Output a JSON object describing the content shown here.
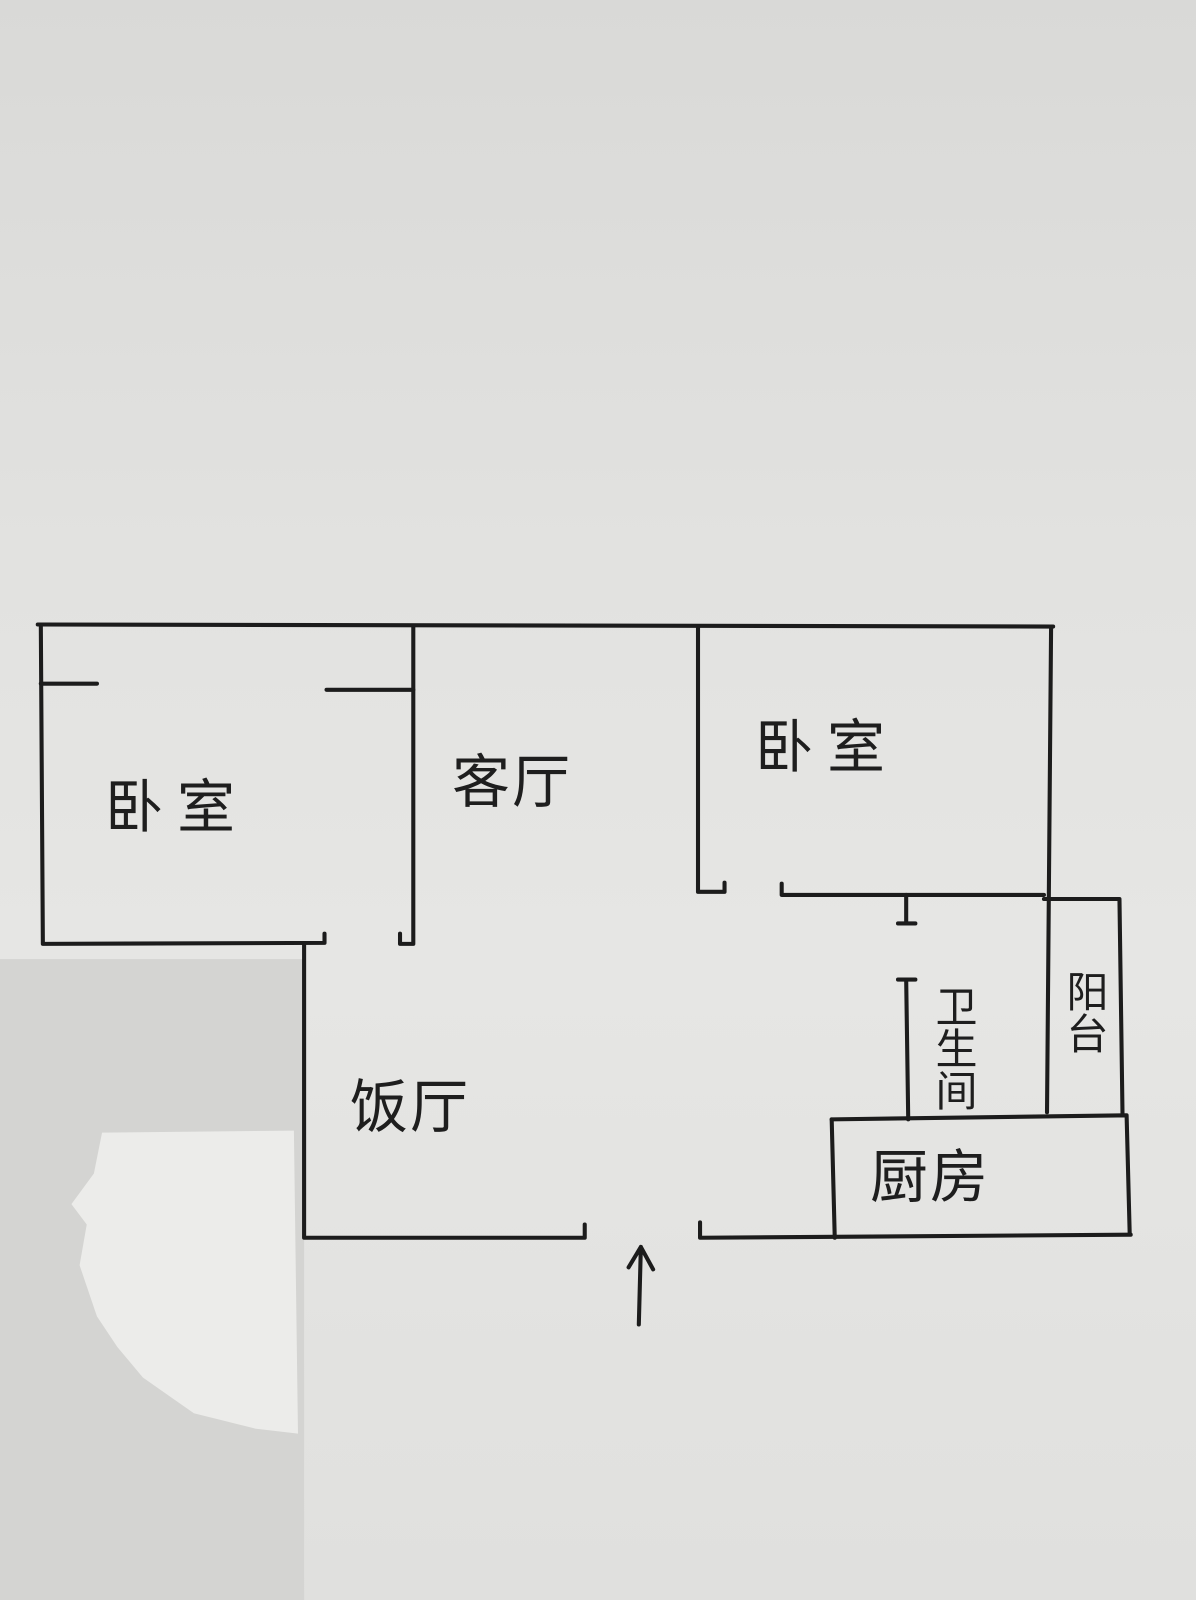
{
  "title": "Hand-drawn apartment floor plan",
  "rooms": {
    "bedroom_left": "卧室",
    "living_room": "客厅",
    "bedroom_right": "卧室",
    "dining_room": "饭厅",
    "bathroom": "卫生间",
    "balcony": "阳台",
    "kitchen": "厨房"
  },
  "entrance_icon": "arrow-up-icon",
  "colors": {
    "ink": "#1c1c1c",
    "paper": "#e4e4e2"
  }
}
